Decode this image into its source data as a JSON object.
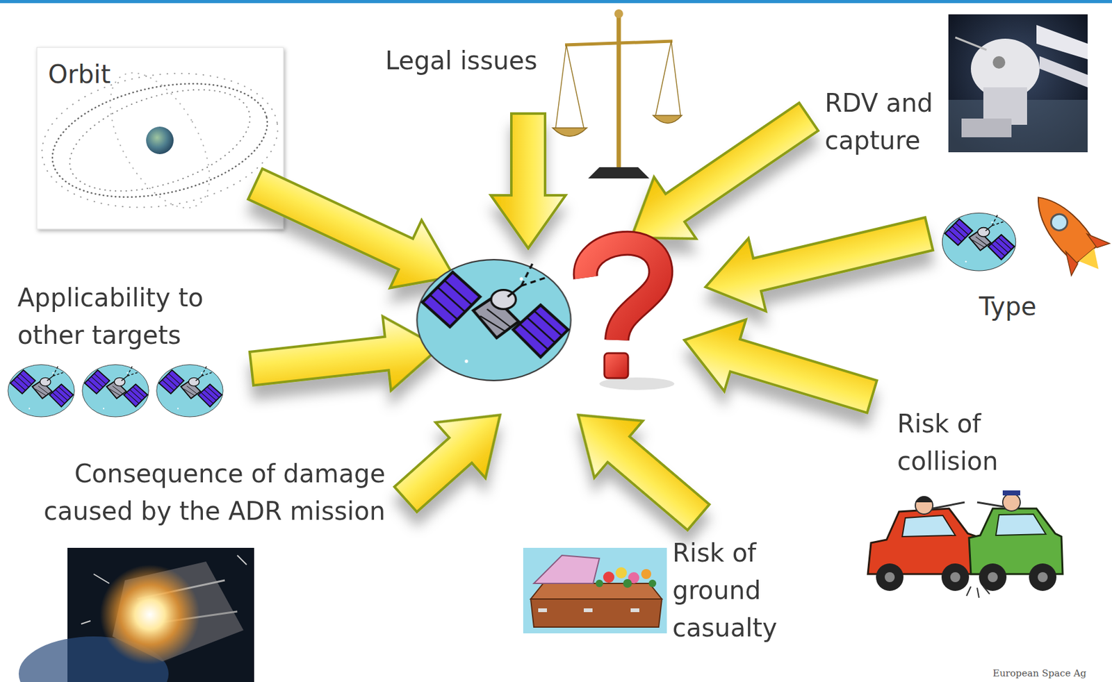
{
  "diagram": {
    "labels": [
      "Orbit",
      "Legal issues",
      "RDV and capture",
      "Type",
      "Applicability to other targets",
      "Consequence of damage caused by the ADR mission",
      "Risk of ground casualty",
      "Risk of collision",
      "European Space Ag"
    ]
  }
}
